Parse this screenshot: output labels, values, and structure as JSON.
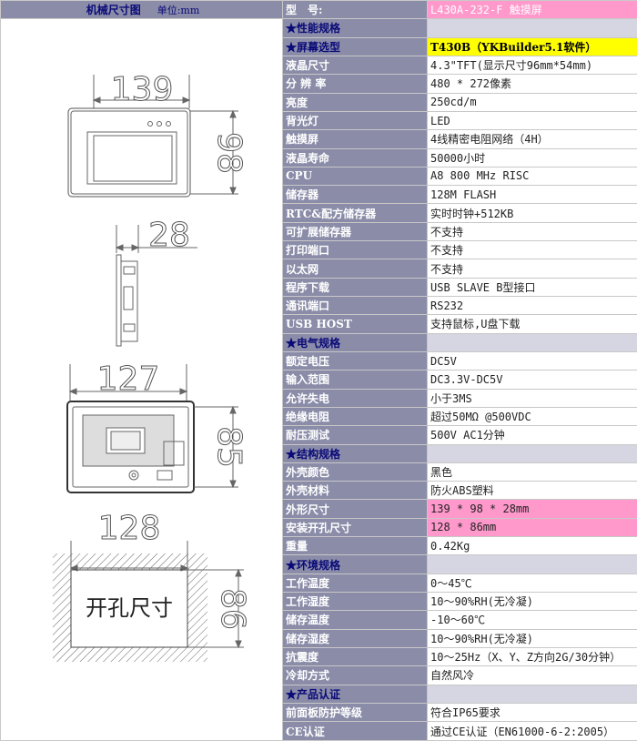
{
  "header": {
    "drawing_title": "机械尺寸图",
    "unit": "单位:mm",
    "model_label": "型　号:",
    "model_value": "L430A-232-F 触摸屏"
  },
  "drawing": {
    "front_width": "139",
    "front_height": "98",
    "side_depth": "28",
    "back_width": "127",
    "back_height": "85",
    "cutout_width": "128",
    "cutout_height": "86",
    "cutout_label": "开孔尺寸"
  },
  "rows": [
    {
      "type": "section",
      "label": "★性能规格"
    },
    {
      "type": "section",
      "label": "★屏幕选型",
      "value": "T430B（YKBuilder5.1软件）",
      "hl": "yellow"
    },
    {
      "label": "液晶尺寸",
      "value": "4.3\"TFT(显示尺寸96mm*54mm)"
    },
    {
      "label": "分 辨 率",
      "value": "480 * 272像素"
    },
    {
      "label": "亮度",
      "value": "250cd/m"
    },
    {
      "label": "背光灯",
      "value": "LED"
    },
    {
      "label": "触摸屏",
      "value": "4线精密电阻网络（4H）"
    },
    {
      "label": "液晶寿命",
      "value": "50000小时"
    },
    {
      "label": "CPU",
      "value": "A8 800 MHz RISC"
    },
    {
      "label": "储存器",
      "value": "128M FLASH"
    },
    {
      "label": "RTC&配方储存器",
      "value": "实时时钟+512KB"
    },
    {
      "label": "可扩展储存器",
      "value": "不支持"
    },
    {
      "label": "打印端口",
      "value": "不支持"
    },
    {
      "label": "以太网",
      "value": "不支持"
    },
    {
      "label": "程序下载",
      "value": "USB SLAVE B型接口"
    },
    {
      "label": "通讯端口",
      "value": "RS232"
    },
    {
      "label": "USB HOST",
      "value": "支持鼠标,U盘下载"
    },
    {
      "type": "section",
      "label": "★电气规格"
    },
    {
      "label": "额定电压",
      "value": "DC5V"
    },
    {
      "label": "输入范围",
      "value": "DC3.3V-DC5V"
    },
    {
      "label": "允许失电",
      "value": "小于3MS"
    },
    {
      "label": "绝缘电阻",
      "value": "超过50MΩ @500VDC"
    },
    {
      "label": "耐压测试",
      "value": "500V AC1分钟"
    },
    {
      "type": "section",
      "label": "★结构规格"
    },
    {
      "label": "外壳颜色",
      "value": "黑色"
    },
    {
      "label": "外壳材料",
      "value": "防火ABS塑料"
    },
    {
      "label": "外形尺寸",
      "value": "139 * 98 * 28mm",
      "hl": "pink"
    },
    {
      "label": "安装开孔尺寸",
      "value": "128 * 86mm",
      "hl": "pink"
    },
    {
      "label": "重量",
      "value": "0.42Kg"
    },
    {
      "type": "section",
      "label": "★环境规格"
    },
    {
      "label": "工作温度",
      "value": "0～45℃"
    },
    {
      "label": "工作湿度",
      "value": "10～90%RH(无冷凝)"
    },
    {
      "label": "储存温度",
      "value": "-10～60℃"
    },
    {
      "label": "储存湿度",
      "value": "10～90%RH(无冷凝)"
    },
    {
      "label": "抗震度",
      "value": "10～25Hz（X、Y、Z方向2G/30分钟）"
    },
    {
      "label": "冷却方式",
      "value": "自然风冷"
    },
    {
      "type": "section",
      "label": "★产品认证"
    },
    {
      "label": "前面板防护等级",
      "value": "符合IP65要求"
    },
    {
      "label": "CE认证",
      "value": "通过CE认证（EN61000-6-2:2005）"
    }
  ]
}
